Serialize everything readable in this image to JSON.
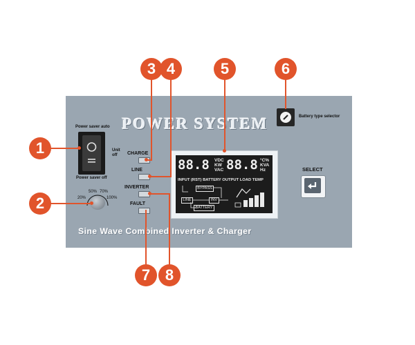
{
  "panel": {
    "title": "POWER SYSTEM",
    "footer": "Sine Wave Combined Inverter & Charger"
  },
  "switch": {
    "label_top": "Power saver auto",
    "label_bottom": "Power saver off",
    "unit_off": "Unit off"
  },
  "knob": {
    "scale": [
      "20%",
      "50%",
      "70%",
      "100%"
    ]
  },
  "leds": [
    {
      "label": "CHARGE"
    },
    {
      "label": "LINE"
    },
    {
      "label": "INVERTER"
    },
    {
      "label": "FAULT"
    }
  ],
  "lcd": {
    "digits_left": "88.8",
    "digits_right": "88.8",
    "units_left": [
      "VDC",
      "KW",
      "VAC"
    ],
    "units_right": [
      "°C%",
      "KVA",
      "Hz"
    ],
    "status_row": "INPUT (RST) BATTERY OUTPUT LOAD TEMP",
    "boxes": {
      "bypass": "BYPASS",
      "line": "LINE",
      "inv": "INV",
      "battery": "BATTERY"
    }
  },
  "select_button": {
    "label": "SELECT"
  },
  "battery_selector": {
    "label": "Battery type selector"
  },
  "callouts": [
    "1",
    "2",
    "3",
    "4",
    "5",
    "6",
    "7",
    "8"
  ],
  "colors": {
    "panel": "#9aa6b1",
    "callout": "#e1542b",
    "lcd": "#1c1c1c"
  },
  "icons": [
    "power-rocker-switch",
    "rotary-knob",
    "enter-arrow-icon",
    "screwdriver-slot-icon"
  ]
}
